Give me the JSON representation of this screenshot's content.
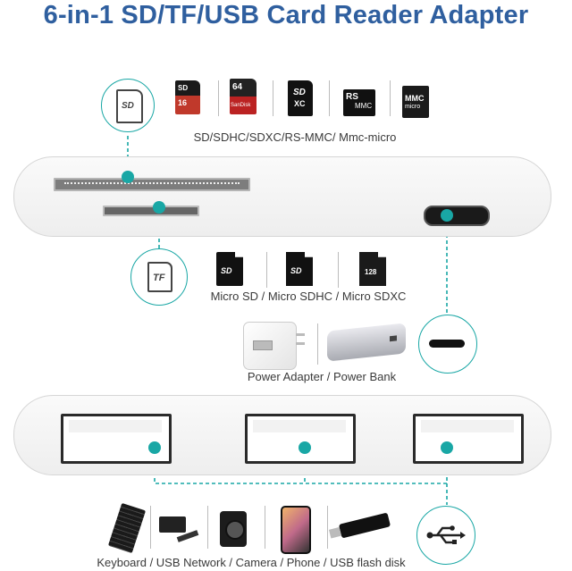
{
  "title": "6-in-1 SD/TF/USB Card Reader Adapter",
  "colors": {
    "accent": "#19a7a5",
    "title": "#2f5f9f"
  },
  "sd_section": {
    "caption": "SD/SDHC/SDXC/RS-MMC/ Mmc-micro",
    "icon_label": "SD",
    "cards": [
      {
        "name": "sd-card-16gb",
        "line1": "16",
        "line2": "SD"
      },
      {
        "name": "sd-card-sandisk-64gb",
        "line1": "64",
        "line2": "SanDisk"
      },
      {
        "name": "sdxc-card",
        "line1": "SD",
        "line2": "XC"
      },
      {
        "name": "rs-mmc-card",
        "line1": "RS",
        "line2": "MMC"
      },
      {
        "name": "mmc-micro-card",
        "line1": "MMC",
        "line2": "micro"
      }
    ]
  },
  "tf_section": {
    "caption": "Micro SD / Micro SDHC / Micro SDXC",
    "icon_label": "TF",
    "cards": [
      {
        "name": "micro-sd-card",
        "line1": "SD"
      },
      {
        "name": "micro-sdhc-card",
        "line1": "SD"
      },
      {
        "name": "micro-sdxc-card",
        "line1": "128"
      }
    ]
  },
  "power_section": {
    "caption": "Power Adapter / Power Bank"
  },
  "usb_section": {
    "caption": "Keyboard / USB Network / Camera / Phone / USB flash disk"
  }
}
